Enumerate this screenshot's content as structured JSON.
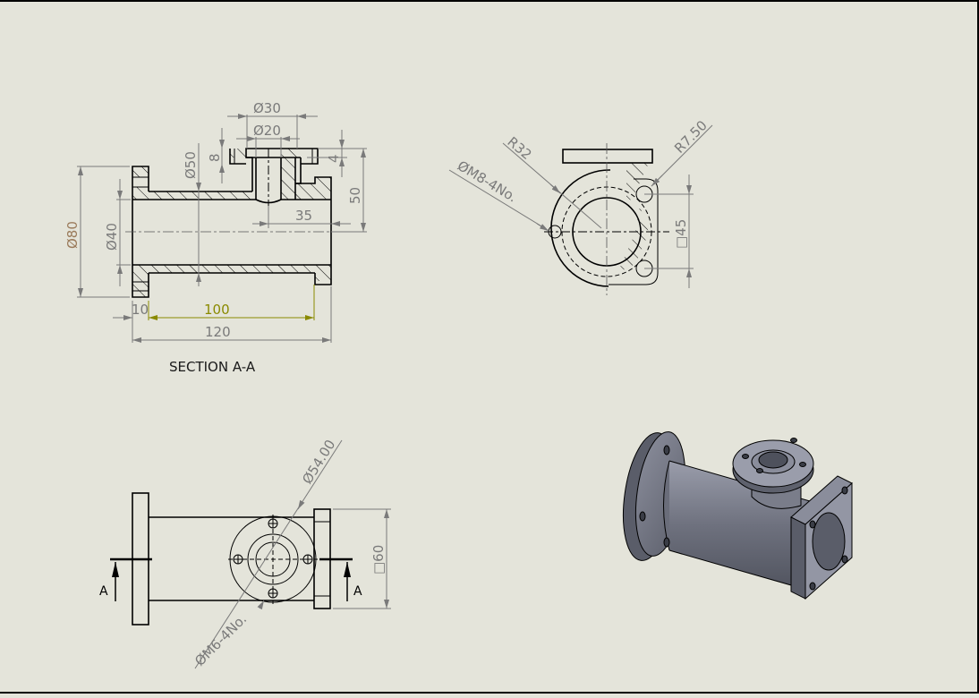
{
  "sheet": {
    "background": "#e4e4da",
    "border_color": "#000000"
  },
  "section_view": {
    "label": "SECTION A-A",
    "dims": {
      "d30": "Ø30",
      "d20": "Ø20",
      "d50": "Ø50",
      "h8": "8",
      "h4": "4",
      "h50": "50",
      "d80": "Ø80",
      "d40": "Ø40",
      "l35": "35",
      "l10": "10",
      "l100": "100",
      "l120": "120"
    },
    "colors": {
      "d80": "#9a7a5a",
      "l100": "#8a8a00",
      "default": "#7a7a7a"
    }
  },
  "side_view": {
    "dims": {
      "r32": "R32",
      "r750": "R7.50",
      "holes": "ØM8-4No.",
      "sq45": "□45"
    }
  },
  "front_view": {
    "dims": {
      "d54": "Ø54.00",
      "holes": "ØM6-4No.",
      "sq60": "□60"
    },
    "section_markers": {
      "left": "A",
      "right": "A"
    }
  },
  "iso_view": {
    "model_color": "#70737f",
    "description": "3D isometric view of pipe tee with flanges"
  }
}
